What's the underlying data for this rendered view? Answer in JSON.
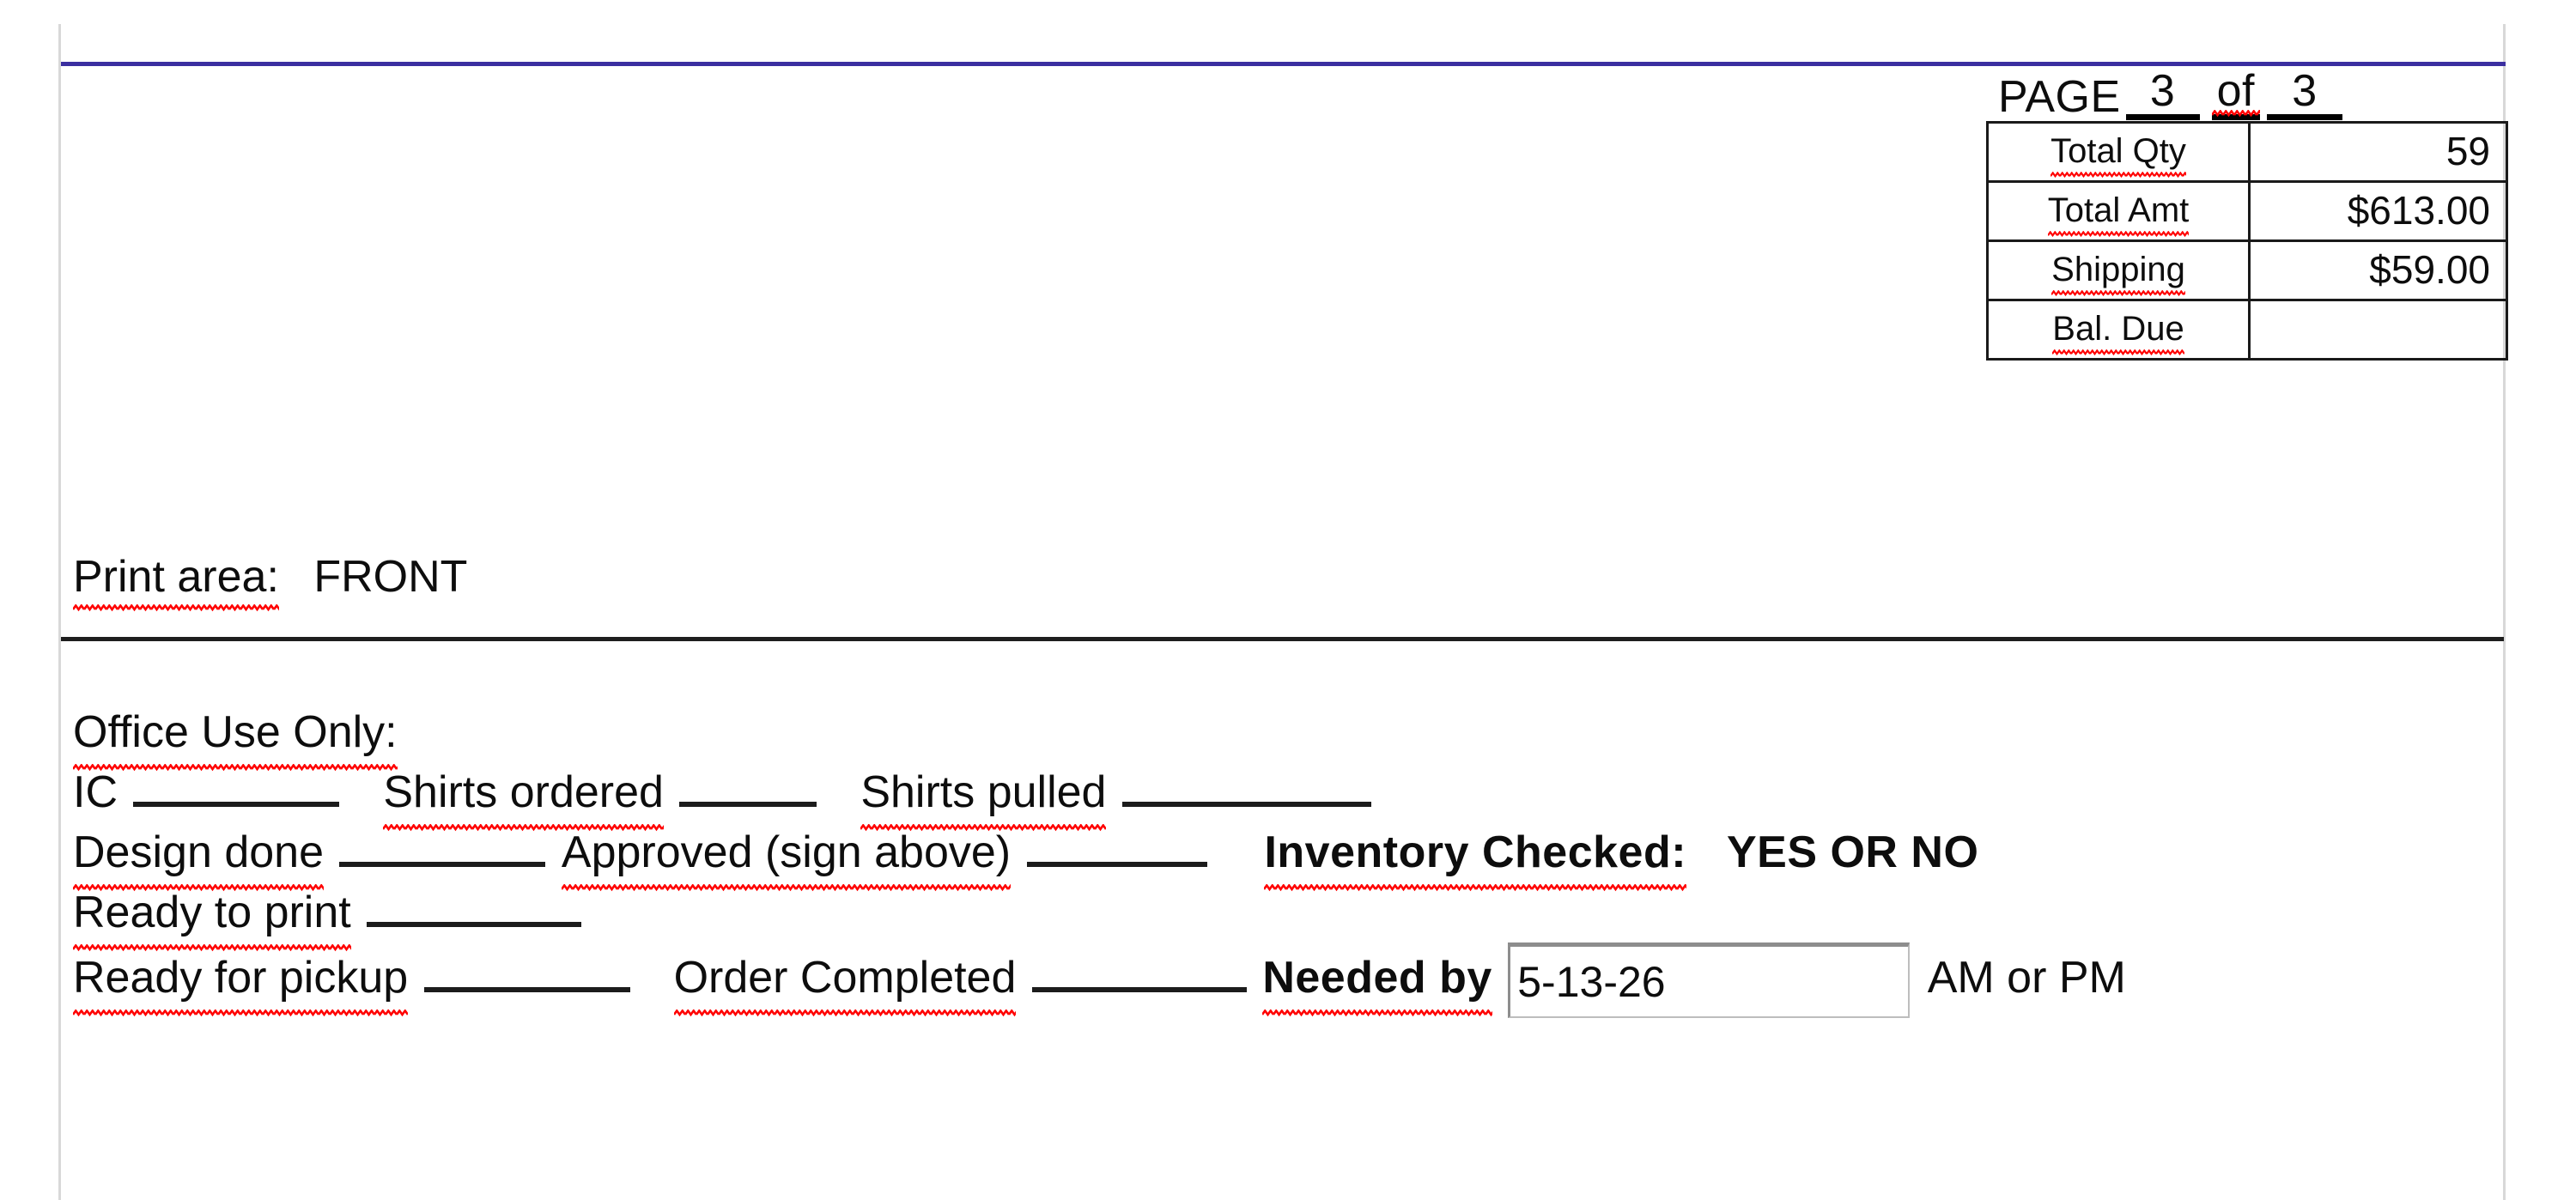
{
  "document": {
    "type": "order-form",
    "accent_rule_color": "#3b2fa0",
    "page_border_color": "#d8d8d8",
    "spellcheck_underline_color": "#ff0000"
  },
  "summary": {
    "page_prefix": "PAGE",
    "page_number": "3",
    "page_of": "of",
    "page_total": "3",
    "rows": [
      {
        "key": "Total Qty",
        "value": "59"
      },
      {
        "key": "Total Amt",
        "value": "$613.00"
      },
      {
        "key": "Shipping",
        "value": "$59.00"
      },
      {
        "key": "Bal. Due",
        "value": ""
      }
    ]
  },
  "print_area": {
    "label": "Print area:",
    "value": "FRONT"
  },
  "office_use": {
    "heading": "Office Use Only:",
    "ic_label": "IC",
    "shirts_ordered_label": "Shirts ordered",
    "shirts_pulled_label": "Shirts pulled",
    "design_done_label": "Design done",
    "approved_label": "Approved (sign above)",
    "inventory_checked_label": "Inventory Checked:",
    "inventory_checked_options": "YES  OR  NO",
    "ready_to_print_label": "Ready to print",
    "ready_for_pickup_label": "Ready for pickup",
    "order_completed_label": "Order Completed",
    "needed_by_label": "Needed by",
    "needed_by_value": "5-13-26",
    "needed_by_placeholder": "",
    "am_or_pm_label": "AM or PM"
  }
}
